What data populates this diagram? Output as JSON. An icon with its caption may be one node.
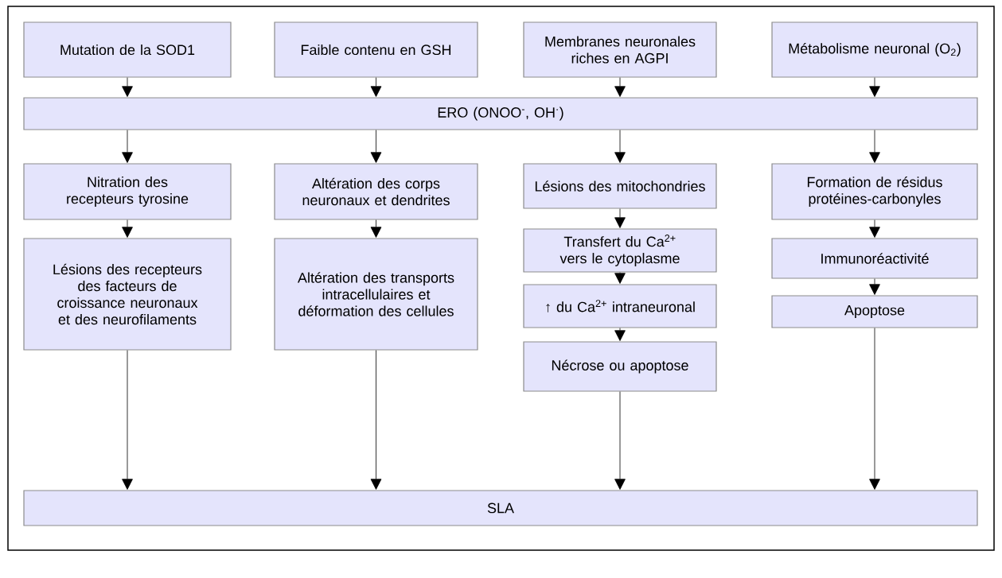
{
  "diagram": {
    "nodes": [
      {
        "text": [
          "Mutation de la SOD1"
        ]
      },
      {
        "text": [
          "Faible contenu en GSH"
        ]
      },
      {
        "text": [
          "Membranes neuronales riches en AGPI"
        ]
      },
      {
        "text": [
          "Métabolisme neuronal (O$_{2}$)"
        ]
      },
      {
        "text": [
          "ERO (ONOO$^{-}$, OH$^{·}$)"
        ]
      },
      {
        "text": [
          "Nitration des recepteurs tyrosine"
        ]
      },
      {
        "text": [
          "Altération des corps neuronaux et dendrites"
        ]
      },
      {
        "text": [
          "Lésions des mitochondries"
        ]
      },
      {
        "text": [
          "Formation de résidus protéines-carbonyles"
        ]
      },
      {
        "text": [
          "Lésions des recepteurs des facteurs de croissance neuronaux et des neurofilaments"
        ]
      },
      {
        "text": [
          "Altération des transports intracellulaires et déformation des cellules"
        ]
      },
      {
        "text": [
          "Transfert du Ca$^{2+}$ vers le cytoplasme"
        ]
      },
      {
        "text": [
          "Immunoréactivité"
        ]
      },
      {
        "text": [
          "↑ du Ca$^{2+}$ intraneuronal"
        ]
      },
      {
        "text": [
          "Apoptose"
        ]
      },
      {
        "text": [
          "Nécrose ou apoptose"
        ]
      },
      {
        "text": [
          "SLA"
        ]
      }
    ],
    "edges": [
      {
        "from": 0,
        "to": 4,
        "arrow": "to"
      },
      {
        "from": 1,
        "to": 4,
        "arrow": "to"
      },
      {
        "from": 2,
        "to": 4,
        "arrow": "to"
      },
      {
        "from": 3,
        "to": 4,
        "arrow": "to"
      },
      {
        "from": 4,
        "to": 5,
        "arrow": "to"
      },
      {
        "from": 4,
        "to": 6,
        "arrow": "to"
      },
      {
        "from": 4,
        "to": 7,
        "arrow": "to"
      },
      {
        "from": 4,
        "to": 8,
        "arrow": "to"
      },
      {
        "from": 5,
        "to": 9,
        "arrow": "to"
      },
      {
        "from": 6,
        "to": 10,
        "arrow": "to"
      },
      {
        "from": 7,
        "to": 11,
        "arrow": "to"
      },
      {
        "from": 8,
        "to": 12,
        "arrow": "to"
      },
      {
        "from": 11,
        "to": 13,
        "arrow": "to"
      },
      {
        "from": 12,
        "to": 14,
        "arrow": "to"
      },
      {
        "from": 13,
        "to": 15,
        "arrow": "to"
      },
      {
        "from": 9,
        "to": 16,
        "arrow": "to"
      },
      {
        "from": 10,
        "to": 16,
        "arrow": "to"
      },
      {
        "from": 15,
        "to": 16,
        "arrow": "to"
      },
      {
        "from": 14,
        "to": 16,
        "arrow": "to"
      }
    ]
  }
}
